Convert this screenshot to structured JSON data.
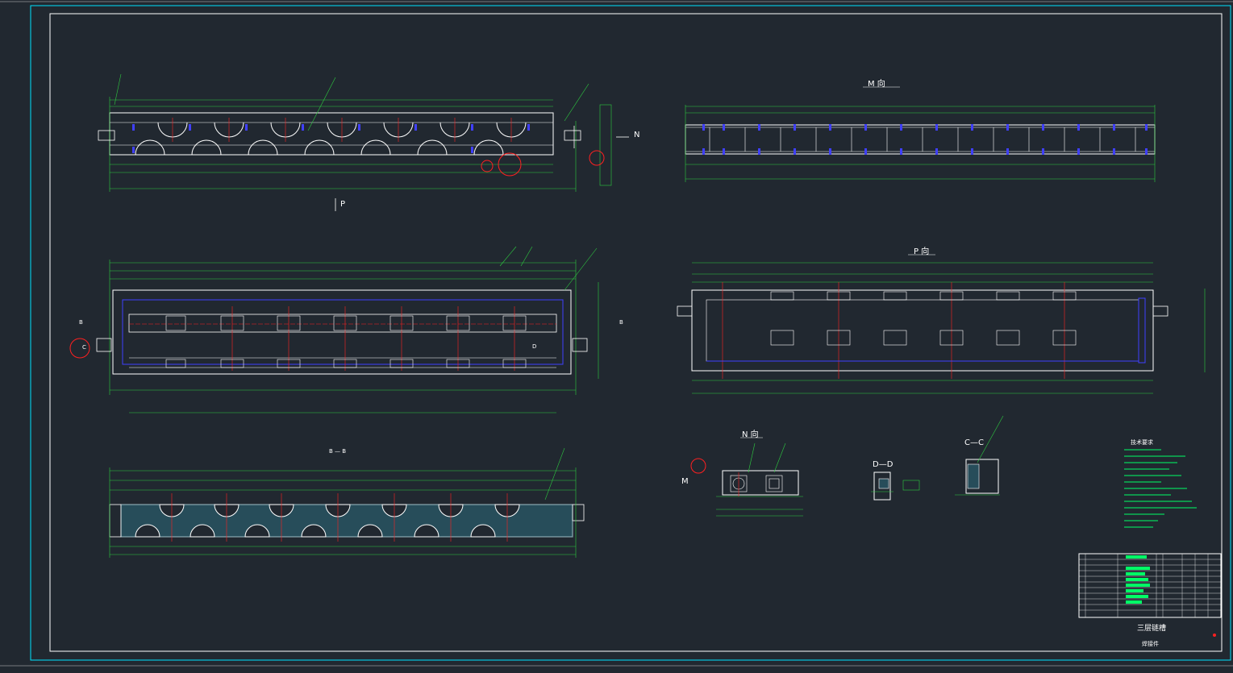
{
  "views": {
    "m_view": "M  向",
    "p_view_left": "P",
    "n_arrow": "N",
    "p_view": "P  向",
    "bb_view": "B — B",
    "n_view": "N  向",
    "dd_view": "D—D",
    "cc_view": "C—C",
    "m_marker": "M",
    "b_top": "B",
    "b_left": "B",
    "d_marker": "D",
    "c_marker": "C"
  },
  "notes": {
    "heading": "技术要求"
  },
  "title_block": {
    "part_name": "三层链槽",
    "sub_name": "焊接件"
  },
  "colors": {
    "background": "#212830",
    "frame": "#00e5ff",
    "outline": "#ffffff",
    "dimension": "#2ecc40",
    "centerline": "#ff2020",
    "hidden": "#4040ff",
    "highlight": "#00ff66"
  }
}
